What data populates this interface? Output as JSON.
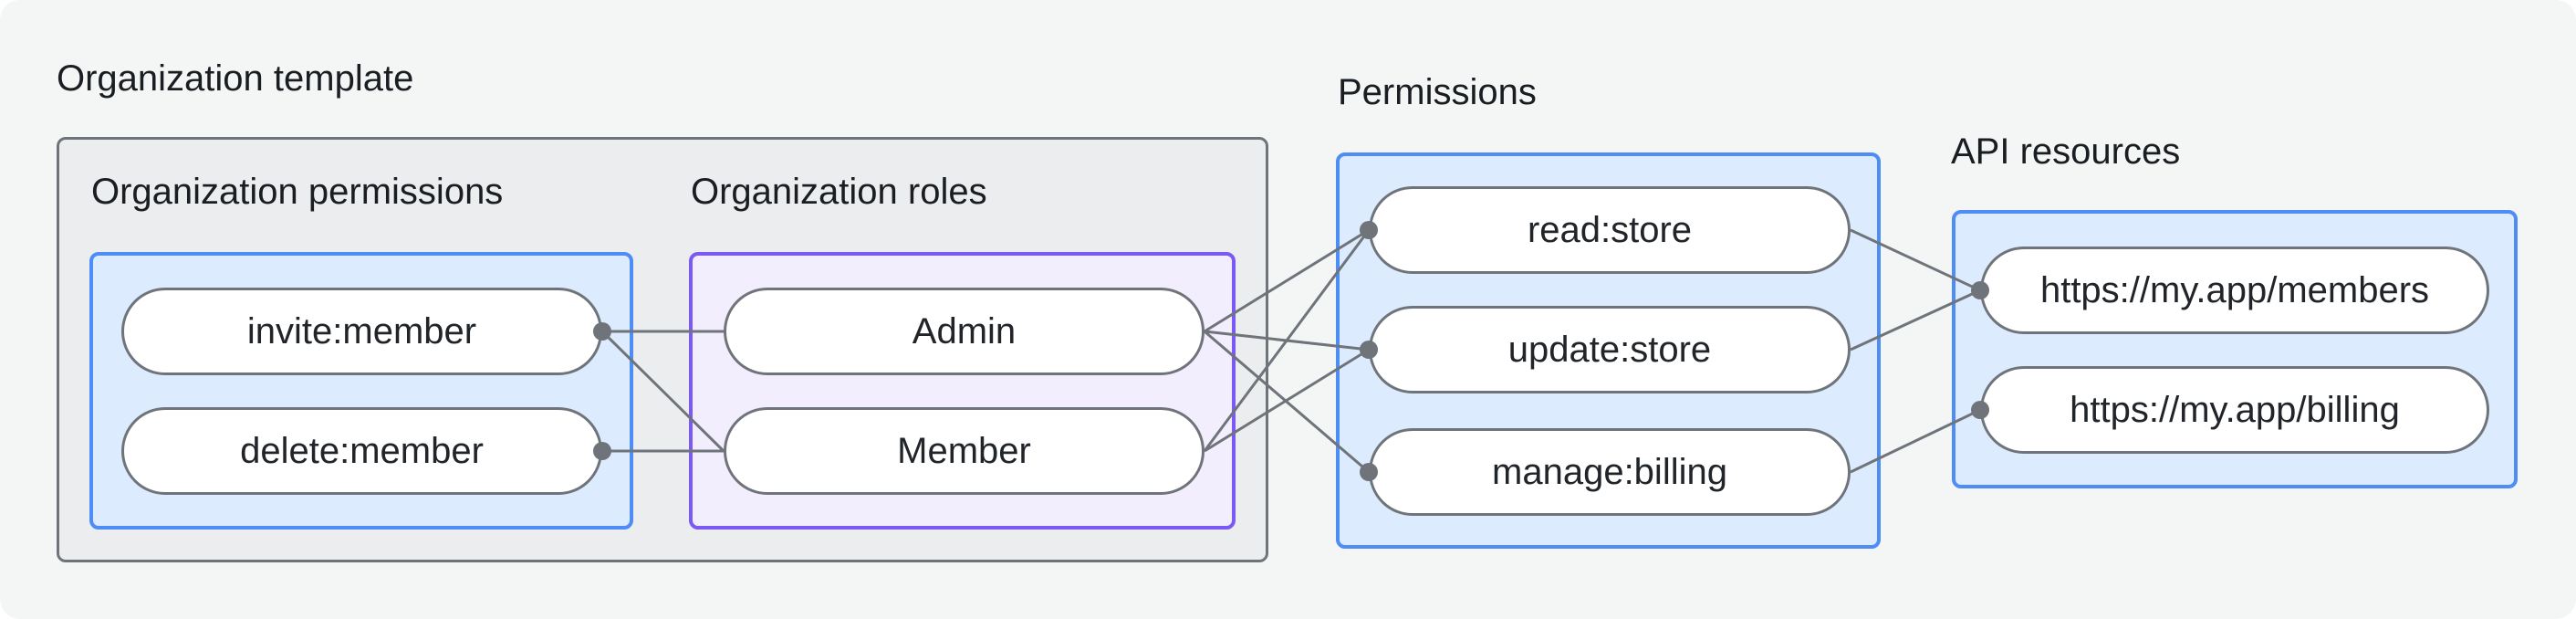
{
  "colors": {
    "page_bg": "#f4f6f6",
    "graybox_bg": "#ebedee",
    "blue_bg": "#dcebfd",
    "blue_border": "#4e8cf6",
    "purple_bg": "#f3eefd",
    "purple_border": "#7b59f4",
    "stroke": "#6f747a",
    "title_color": "#1a1d21",
    "text_color": "#212529"
  },
  "groups": {
    "org_template": {
      "title": "Organization template"
    },
    "org_permissions": {
      "title": "Organization permissions",
      "items": [
        "invite:member",
        "delete:member"
      ]
    },
    "org_roles": {
      "title": "Organization roles",
      "items": [
        "Admin",
        "Member"
      ]
    },
    "permissions": {
      "title": "Permissions",
      "items": [
        "read:store",
        "update:store",
        "manage:billing"
      ]
    },
    "api_resources": {
      "title": "API resources",
      "items": [
        "https://my.app/members",
        "https://my.app/billing"
      ]
    }
  },
  "edges": [
    {
      "from": "invite_member",
      "to": "admin"
    },
    {
      "from": "invite_member",
      "to": "member"
    },
    {
      "from": "delete_member",
      "to": "member"
    },
    {
      "from": "admin",
      "to": "read_store"
    },
    {
      "from": "admin",
      "to": "update_store"
    },
    {
      "from": "admin",
      "to": "manage_billing"
    },
    {
      "from": "member",
      "to": "read_store"
    },
    {
      "from": "member",
      "to": "update_store"
    },
    {
      "from": "read_store",
      "to": "members_resource"
    },
    {
      "from": "update_store",
      "to": "members_resource"
    },
    {
      "from": "manage_billing",
      "to": "billing_resource"
    }
  ]
}
